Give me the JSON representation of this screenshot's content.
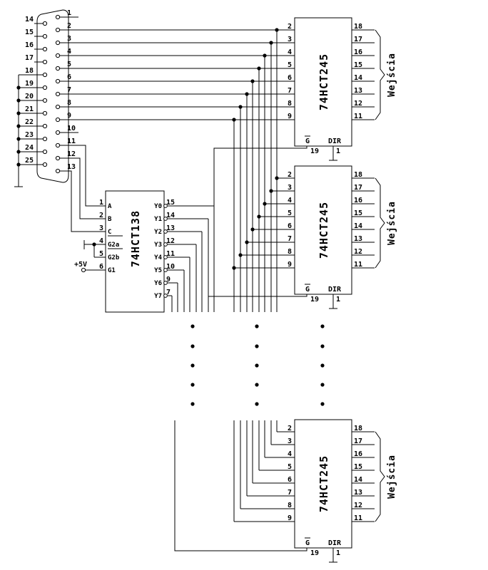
{
  "connector": {
    "top_pins": [
      "1",
      "2",
      "3",
      "4",
      "5",
      "6",
      "7",
      "8",
      "9",
      "10",
      "11",
      "12",
      "13"
    ],
    "bottom_pins": [
      "14",
      "15",
      "16",
      "17",
      "18",
      "19",
      "20",
      "21",
      "22",
      "23",
      "24",
      "25"
    ]
  },
  "decoder": {
    "name": "74HCT138",
    "inputs": [
      {
        "num": "1",
        "label": "A"
      },
      {
        "num": "2",
        "label": "B"
      },
      {
        "num": "3",
        "label": "C"
      },
      {
        "num": "4",
        "label": "G2a"
      },
      {
        "num": "5",
        "label": "G2b"
      },
      {
        "num": "6",
        "label": "G1"
      }
    ],
    "outputs": [
      {
        "num": "15",
        "label": "Y0"
      },
      {
        "num": "14",
        "label": "Y1"
      },
      {
        "num": "13",
        "label": "Y2"
      },
      {
        "num": "12",
        "label": "Y3"
      },
      {
        "num": "11",
        "label": "Y4"
      },
      {
        "num": "10",
        "label": "Y5"
      },
      {
        "num": "9",
        "label": "Y6"
      },
      {
        "num": "7",
        "label": "Y7"
      }
    ],
    "supply_label": "+5V"
  },
  "buffer": {
    "name": "74HCT245",
    "left_pins": [
      "2",
      "3",
      "4",
      "5",
      "6",
      "7",
      "8",
      "9"
    ],
    "right_pins": [
      "18",
      "17",
      "16",
      "15",
      "14",
      "13",
      "12",
      "11"
    ],
    "g_label": "G",
    "g_pin": "19",
    "dir_label": "DIR",
    "dir_pin": "1",
    "inputs_label": "Wejścia"
  }
}
